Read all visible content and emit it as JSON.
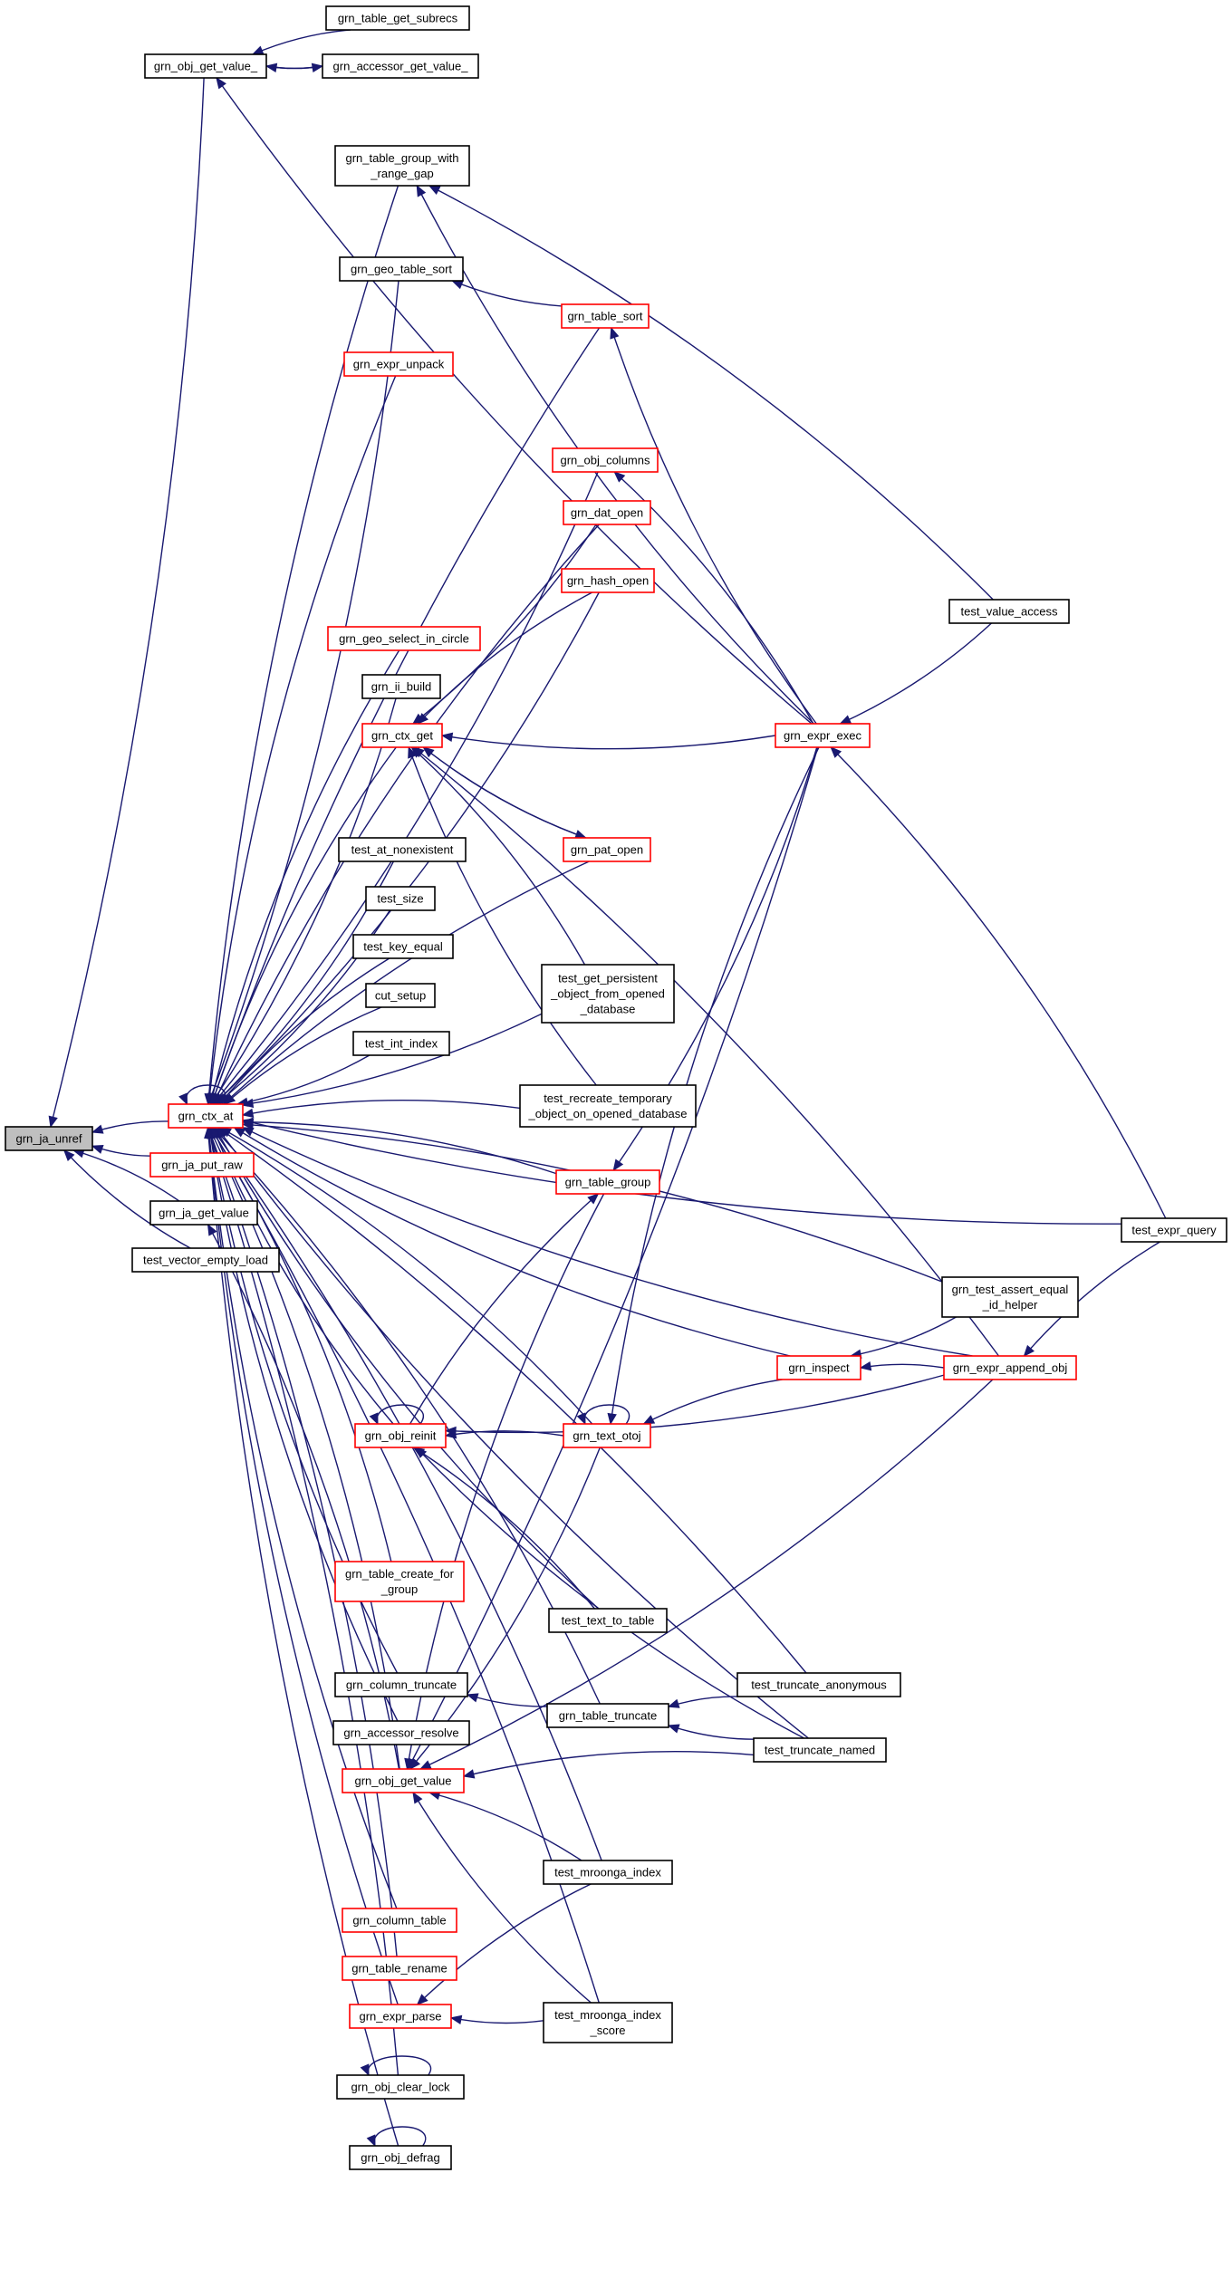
{
  "colors": {
    "edge": "#191970",
    "border_default": "#000000",
    "border_highlight": "#ff0000",
    "focus_fill": "#bfbfbf"
  },
  "nodes": [
    {
      "id": "grn_ja_unref",
      "lines": [
        "grn_ja_unref"
      ],
      "style": "focus"
    },
    {
      "id": "grn_obj_get_value_",
      "lines": [
        "grn_obj_get_value_"
      ],
      "style": "black"
    },
    {
      "id": "grn_table_get_subrecs",
      "lines": [
        "grn_table_get_subrecs"
      ],
      "style": "black"
    },
    {
      "id": "grn_accessor_get_value_",
      "lines": [
        "grn_accessor_get_value_"
      ],
      "style": "black"
    },
    {
      "id": "grn_table_group_with_range_gap",
      "lines": [
        "grn_table_group_with",
        "_range_gap"
      ],
      "style": "black"
    },
    {
      "id": "grn_geo_table_sort",
      "lines": [
        "grn_geo_table_sort"
      ],
      "style": "black"
    },
    {
      "id": "grn_table_sort",
      "lines": [
        "grn_table_sort"
      ],
      "style": "red"
    },
    {
      "id": "grn_expr_unpack",
      "lines": [
        "grn_expr_unpack"
      ],
      "style": "red"
    },
    {
      "id": "grn_obj_columns",
      "lines": [
        "grn_obj_columns"
      ],
      "style": "red"
    },
    {
      "id": "grn_dat_open",
      "lines": [
        "grn_dat_open"
      ],
      "style": "red"
    },
    {
      "id": "grn_hash_open",
      "lines": [
        "grn_hash_open"
      ],
      "style": "red"
    },
    {
      "id": "test_value_access",
      "lines": [
        "test_value_access"
      ],
      "style": "black"
    },
    {
      "id": "grn_geo_select_in_circle",
      "lines": [
        "grn_geo_select_in_circle"
      ],
      "style": "red"
    },
    {
      "id": "grn_ii_build",
      "lines": [
        "grn_ii_build"
      ],
      "style": "black"
    },
    {
      "id": "grn_ctx_get",
      "lines": [
        "grn_ctx_get"
      ],
      "style": "red"
    },
    {
      "id": "grn_expr_exec",
      "lines": [
        "grn_expr_exec"
      ],
      "style": "red"
    },
    {
      "id": "test_at_nonexistent",
      "lines": [
        "test_at_nonexistent"
      ],
      "style": "black"
    },
    {
      "id": "grn_pat_open",
      "lines": [
        "grn_pat_open"
      ],
      "style": "red"
    },
    {
      "id": "test_size",
      "lines": [
        "test_size"
      ],
      "style": "black"
    },
    {
      "id": "test_key_equal",
      "lines": [
        "test_key_equal"
      ],
      "style": "black"
    },
    {
      "id": "test_get_persistent_object_from_opened_database",
      "lines": [
        "test_get_persistent",
        "_object_from_opened",
        "_database"
      ],
      "style": "black"
    },
    {
      "id": "cut_setup",
      "lines": [
        "cut_setup"
      ],
      "style": "black"
    },
    {
      "id": "test_int_index",
      "lines": [
        "test_int_index"
      ],
      "style": "black"
    },
    {
      "id": "test_recreate_temporary_object_on_opened_database",
      "lines": [
        "test_recreate_temporary",
        "_object_on_opened_database"
      ],
      "style": "black"
    },
    {
      "id": "grn_ctx_at",
      "lines": [
        "grn_ctx_at"
      ],
      "style": "red"
    },
    {
      "id": "grn_ja_put_raw",
      "lines": [
        "grn_ja_put_raw"
      ],
      "style": "red"
    },
    {
      "id": "grn_table_group",
      "lines": [
        "grn_table_group"
      ],
      "style": "red"
    },
    {
      "id": "grn_ja_get_value",
      "lines": [
        "grn_ja_get_value"
      ],
      "style": "black"
    },
    {
      "id": "test_expr_query",
      "lines": [
        "test_expr_query"
      ],
      "style": "black"
    },
    {
      "id": "test_vector_empty_load",
      "lines": [
        "test_vector_empty_load"
      ],
      "style": "black"
    },
    {
      "id": "grn_test_assert_equal_id_helper",
      "lines": [
        "grn_test_assert_equal",
        "_id_helper"
      ],
      "style": "black"
    },
    {
      "id": "grn_inspect",
      "lines": [
        "grn_inspect"
      ],
      "style": "red"
    },
    {
      "id": "grn_expr_append_obj",
      "lines": [
        "grn_expr_append_obj"
      ],
      "style": "red"
    },
    {
      "id": "grn_obj_reinit",
      "lines": [
        "grn_obj_reinit"
      ],
      "style": "red"
    },
    {
      "id": "grn_text_otoj",
      "lines": [
        "grn_text_otoj"
      ],
      "style": "red"
    },
    {
      "id": "grn_table_create_for_group",
      "lines": [
        "grn_table_create_for",
        "_group"
      ],
      "style": "red"
    },
    {
      "id": "test_text_to_table",
      "lines": [
        "test_text_to_table"
      ],
      "style": "black"
    },
    {
      "id": "grn_column_truncate",
      "lines": [
        "grn_column_truncate"
      ],
      "style": "black"
    },
    {
      "id": "test_truncate_anonymous",
      "lines": [
        "test_truncate_anonymous"
      ],
      "style": "black"
    },
    {
      "id": "grn_table_truncate",
      "lines": [
        "grn_table_truncate"
      ],
      "style": "black"
    },
    {
      "id": "grn_accessor_resolve",
      "lines": [
        "grn_accessor_resolve"
      ],
      "style": "black"
    },
    {
      "id": "test_truncate_named",
      "lines": [
        "test_truncate_named"
      ],
      "style": "black"
    },
    {
      "id": "grn_obj_get_value",
      "lines": [
        "grn_obj_get_value"
      ],
      "style": "red"
    },
    {
      "id": "test_mroonga_index",
      "lines": [
        "test_mroonga_index"
      ],
      "style": "black"
    },
    {
      "id": "grn_column_table",
      "lines": [
        "grn_column_table"
      ],
      "style": "red"
    },
    {
      "id": "grn_table_rename",
      "lines": [
        "grn_table_rename"
      ],
      "style": "red"
    },
    {
      "id": "grn_expr_parse",
      "lines": [
        "grn_expr_parse"
      ],
      "style": "red"
    },
    {
      "id": "test_mroonga_index_score",
      "lines": [
        "test_mroonga_index",
        "_score"
      ],
      "style": "black"
    },
    {
      "id": "grn_obj_clear_lock",
      "lines": [
        "grn_obj_clear_lock"
      ],
      "style": "black"
    },
    {
      "id": "grn_obj_defrag",
      "lines": [
        "grn_obj_defrag"
      ],
      "style": "black"
    }
  ],
  "edges": [
    [
      "grn_obj_get_value_",
      "grn_ja_unref"
    ],
    [
      "grn_ctx_at",
      "grn_ja_unref"
    ],
    [
      "grn_ja_put_raw",
      "grn_ja_unref"
    ],
    [
      "grn_ja_get_value",
      "grn_ja_unref"
    ],
    [
      "test_vector_empty_load",
      "grn_ja_unref"
    ],
    [
      "grn_table_get_subrecs",
      "grn_obj_get_value_"
    ],
    [
      "grn_accessor_get_value_",
      "grn_obj_get_value_"
    ],
    [
      "grn_obj_get_value_",
      "grn_accessor_get_value_"
    ],
    [
      "grn_expr_exec",
      "grn_obj_get_value_"
    ],
    [
      "grn_table_group_with_range_gap",
      "grn_ctx_at"
    ],
    [
      "grn_geo_table_sort",
      "grn_ctx_at"
    ],
    [
      "grn_table_sort",
      "grn_ctx_at"
    ],
    [
      "grn_table_sort",
      "grn_geo_table_sort"
    ],
    [
      "grn_expr_unpack",
      "grn_ctx_at"
    ],
    [
      "grn_obj_columns",
      "grn_ctx_at"
    ],
    [
      "grn_dat_open",
      "grn_ctx_at"
    ],
    [
      "grn_hash_open",
      "grn_ctx_at"
    ],
    [
      "grn_geo_select_in_circle",
      "grn_ctx_at"
    ],
    [
      "grn_ii_build",
      "grn_ctx_at"
    ],
    [
      "grn_ctx_get",
      "grn_ctx_at"
    ],
    [
      "grn_dat_open",
      "grn_ctx_get"
    ],
    [
      "grn_hash_open",
      "grn_ctx_get"
    ],
    [
      "grn_pat_open",
      "grn_ctx_get"
    ],
    [
      "grn_ctx_get",
      "grn_pat_open"
    ],
    [
      "grn_expr_exec",
      "grn_ctx_get"
    ],
    [
      "test_get_persistent_object_from_opened_database",
      "grn_ctx_get"
    ],
    [
      "test_recreate_temporary_object_on_opened_database",
      "grn_ctx_get"
    ],
    [
      "grn_expr_append_obj",
      "grn_ctx_get"
    ],
    [
      "test_at_nonexistent",
      "grn_ctx_at"
    ],
    [
      "grn_pat_open",
      "grn_ctx_at"
    ],
    [
      "test_size",
      "grn_ctx_at"
    ],
    [
      "test_key_equal",
      "grn_ctx_at"
    ],
    [
      "test_get_persistent_object_from_opened_database",
      "grn_ctx_at"
    ],
    [
      "cut_setup",
      "grn_ctx_at"
    ],
    [
      "test_int_index",
      "grn_ctx_at"
    ],
    [
      "test_recreate_temporary_object_on_opened_database",
      "grn_ctx_at"
    ],
    [
      "grn_ctx_at",
      "grn_ctx_at"
    ],
    [
      "grn_table_group",
      "grn_ctx_at"
    ],
    [
      "test_expr_query",
      "grn_ctx_at"
    ],
    [
      "grn_test_assert_equal_id_helper",
      "grn_ctx_at"
    ],
    [
      "grn_inspect",
      "grn_ctx_at"
    ],
    [
      "grn_text_otoj",
      "grn_ctx_at"
    ],
    [
      "grn_obj_reinit",
      "grn_ctx_at"
    ],
    [
      "grn_table_create_for_group",
      "grn_ctx_at"
    ],
    [
      "test_text_to_table",
      "grn_ctx_at"
    ],
    [
      "test_truncate_anonymous",
      "grn_ctx_at"
    ],
    [
      "grn_column_truncate",
      "grn_ctx_at"
    ],
    [
      "grn_table_truncate",
      "grn_ctx_at"
    ],
    [
      "grn_accessor_resolve",
      "grn_ctx_at"
    ],
    [
      "grn_obj_get_value",
      "grn_ctx_at"
    ],
    [
      "grn_expr_append_obj",
      "grn_ctx_at"
    ],
    [
      "test_mroonga_index",
      "grn_ctx_at"
    ],
    [
      "grn_column_table",
      "grn_ctx_at"
    ],
    [
      "grn_table_rename",
      "grn_ctx_at"
    ],
    [
      "grn_expr_parse",
      "grn_ctx_at"
    ],
    [
      "grn_obj_clear_lock",
      "grn_ctx_at"
    ],
    [
      "grn_obj_defrag",
      "grn_ctx_at"
    ],
    [
      "test_mroonga_index_score",
      "grn_ctx_at"
    ],
    [
      "test_truncate_named",
      "grn_ctx_at"
    ],
    [
      "grn_obj_get_value",
      "grn_ja_get_value"
    ],
    [
      "grn_expr_exec",
      "grn_table_group_with_range_gap"
    ],
    [
      "test_value_access",
      "grn_table_group_with_range_gap"
    ],
    [
      "grn_expr_exec",
      "grn_table_sort"
    ],
    [
      "grn_expr_exec",
      "grn_obj_columns"
    ],
    [
      "test_value_access",
      "grn_expr_exec"
    ],
    [
      "test_expr_query",
      "grn_expr_exec"
    ],
    [
      "grn_expr_exec",
      "grn_table_group"
    ],
    [
      "grn_expr_exec",
      "grn_text_otoj"
    ],
    [
      "grn_expr_exec",
      "grn_obj_get_value"
    ],
    [
      "grn_expr_append_obj",
      "grn_inspect"
    ],
    [
      "grn_test_assert_equal_id_helper",
      "grn_inspect"
    ],
    [
      "grn_inspect",
      "grn_text_otoj"
    ],
    [
      "grn_text_otoj",
      "grn_text_otoj"
    ],
    [
      "grn_text_otoj",
      "grn_obj_reinit"
    ],
    [
      "grn_expr_append_obj",
      "grn_obj_reinit"
    ],
    [
      "grn_obj_reinit",
      "grn_obj_reinit"
    ],
    [
      "grn_obj_reinit",
      "grn_table_group"
    ],
    [
      "test_text_to_table",
      "grn_obj_reinit"
    ],
    [
      "test_truncate_named",
      "grn_obj_reinit"
    ],
    [
      "test_expr_query",
      "grn_expr_append_obj"
    ],
    [
      "grn_table_truncate",
      "grn_column_truncate"
    ],
    [
      "test_truncate_anonymous",
      "grn_table_truncate"
    ],
    [
      "test_truncate_named",
      "grn_table_truncate"
    ],
    [
      "test_truncate_named",
      "grn_obj_get_value"
    ],
    [
      "grn_text_otoj",
      "grn_obj_get_value"
    ],
    [
      "grn_table_group",
      "grn_obj_get_value"
    ],
    [
      "grn_expr_append_obj",
      "grn_obj_get_value"
    ],
    [
      "test_mroonga_index",
      "grn_obj_get_value"
    ],
    [
      "test_mroonga_index_score",
      "grn_obj_get_value"
    ],
    [
      "test_mroonga_index",
      "grn_expr_parse"
    ],
    [
      "test_mroonga_index_score",
      "grn_expr_parse"
    ],
    [
      "grn_obj_clear_lock",
      "grn_obj_clear_lock"
    ],
    [
      "grn_obj_defrag",
      "grn_obj_defrag"
    ]
  ]
}
